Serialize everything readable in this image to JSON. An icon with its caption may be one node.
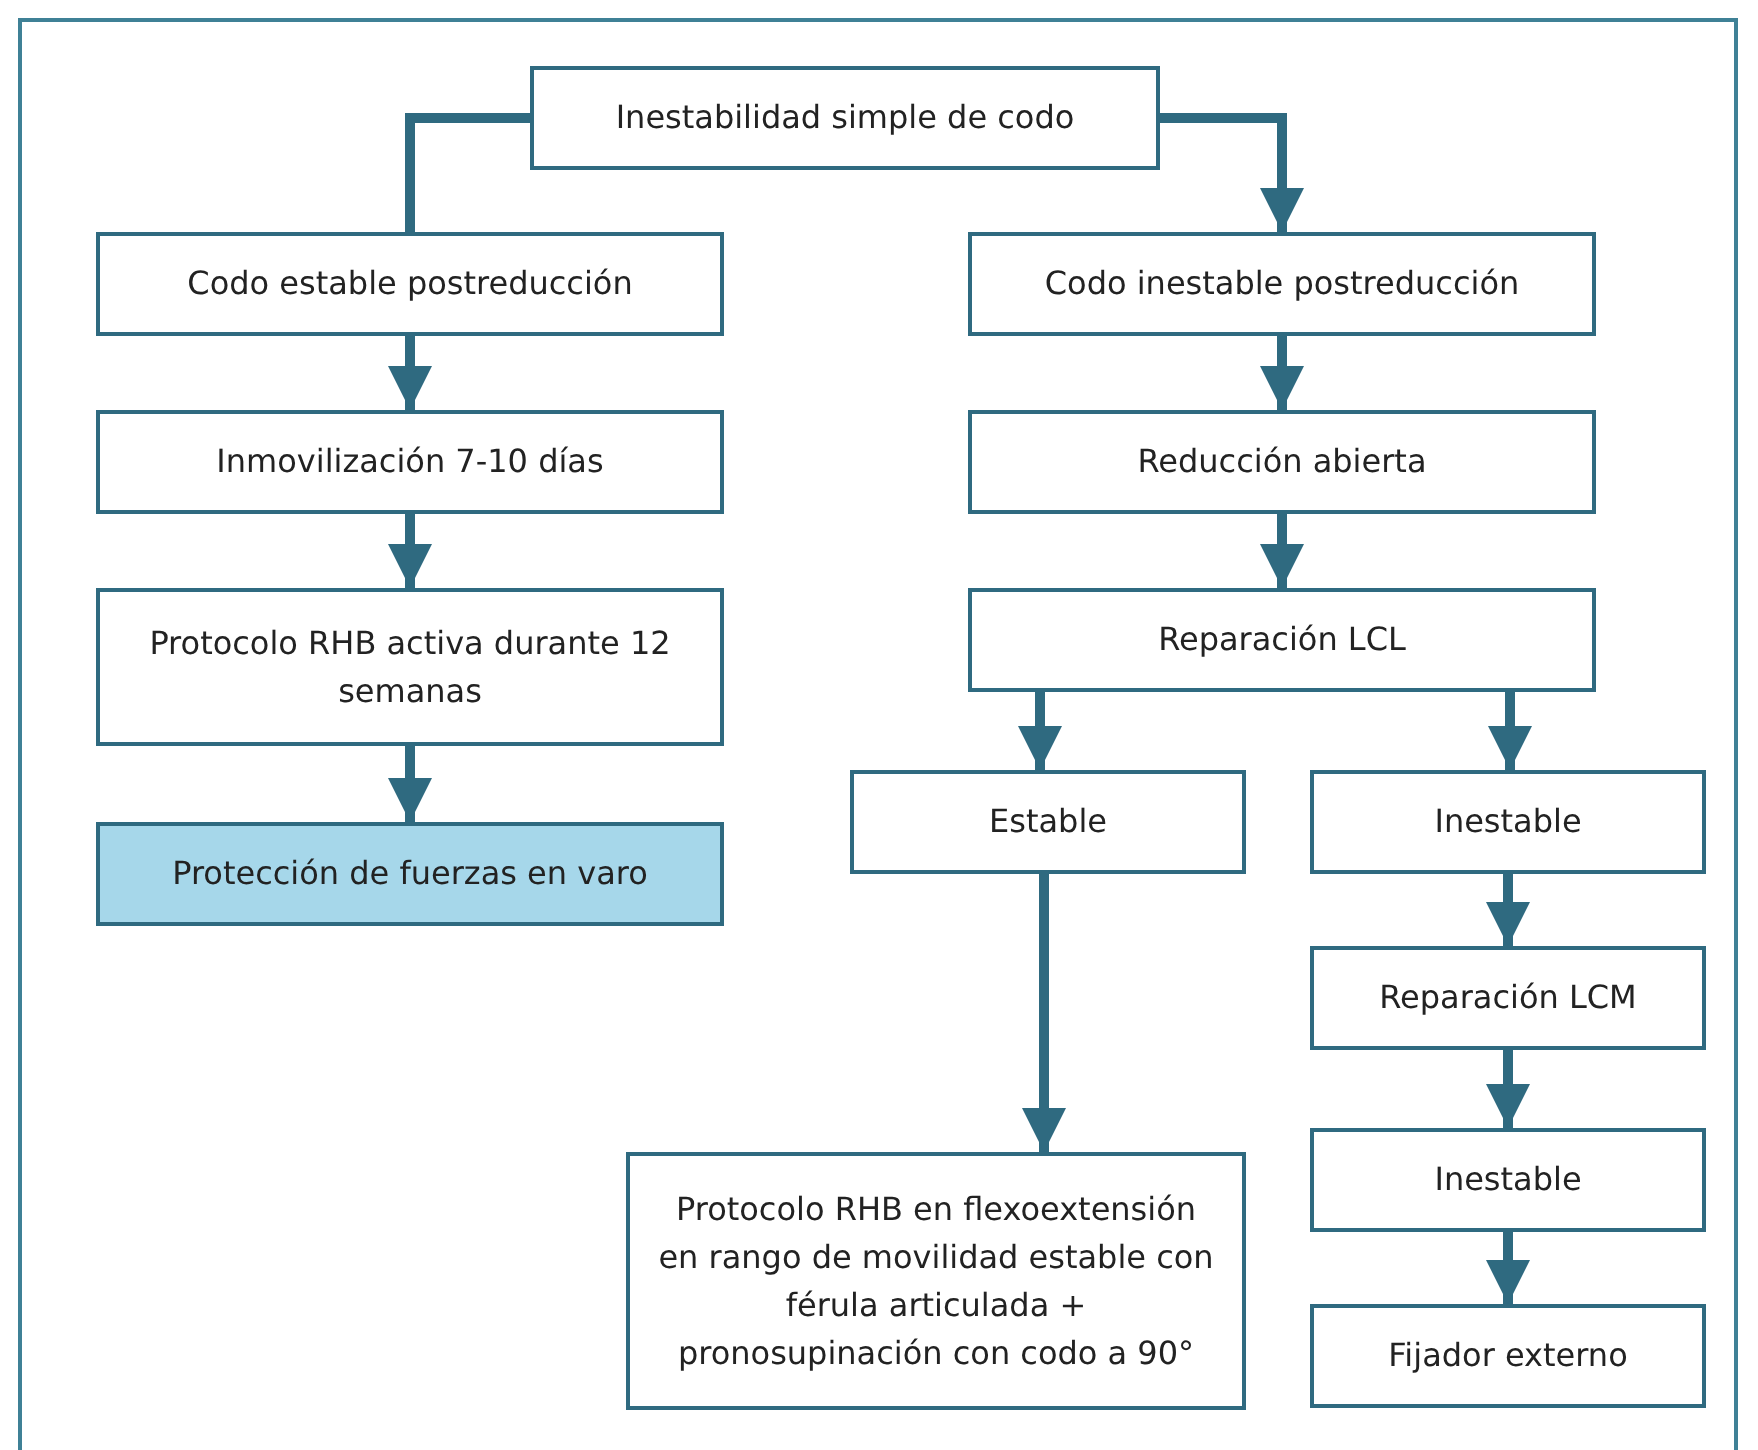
{
  "diagram": {
    "nodes": [
      {
        "text": [
          "Inestabilidad simple de codo"
        ]
      },
      {
        "text": [
          "Codo estable postreducción"
        ]
      },
      {
        "text": [
          "Inmovilización 7-10 días"
        ]
      },
      {
        "text": [
          "Protocolo RHB activa durante 12 semanas"
        ]
      },
      {
        "text": [
          "Protección de fuerzas en varo"
        ]
      },
      {
        "text": [
          "Codo inestable postreducción"
        ]
      },
      {
        "text": [
          "Reducción abierta"
        ]
      },
      {
        "text": [
          "Reparación LCL"
        ]
      },
      {
        "text": [
          "Estable"
        ]
      },
      {
        "text": [
          "Inestable"
        ]
      },
      {
        "text": [
          "Reparación LCM"
        ]
      },
      {
        "text": [
          "Inestable"
        ]
      },
      {
        "text": [
          "Fijador externo"
        ]
      },
      {
        "text": [
          "Protocolo RHB en flexoextensión en rango de movilidad estable con férula articulada + pronosupinación con codo a 90°"
        ]
      }
    ],
    "edges": [
      {
        "from": 0,
        "to": 1,
        "arrow": "none"
      },
      {
        "from": 0,
        "to": 5,
        "arrow": "to"
      },
      {
        "from": 1,
        "to": 2,
        "arrow": "to"
      },
      {
        "from": 2,
        "to": 3,
        "arrow": "to"
      },
      {
        "from": 3,
        "to": 4,
        "arrow": "to"
      },
      {
        "from": 5,
        "to": 6,
        "arrow": "to"
      },
      {
        "from": 6,
        "to": 7,
        "arrow": "to"
      },
      {
        "from": 7,
        "to": 8,
        "arrow": "to"
      },
      {
        "from": 7,
        "to": 9,
        "arrow": "to"
      },
      {
        "from": 9,
        "to": 10,
        "arrow": "to"
      },
      {
        "from": 10,
        "to": 11,
        "arrow": "to"
      },
      {
        "from": 11,
        "to": 12,
        "arrow": "to"
      },
      {
        "from": 8,
        "to": 13,
        "arrow": "to"
      }
    ]
  }
}
